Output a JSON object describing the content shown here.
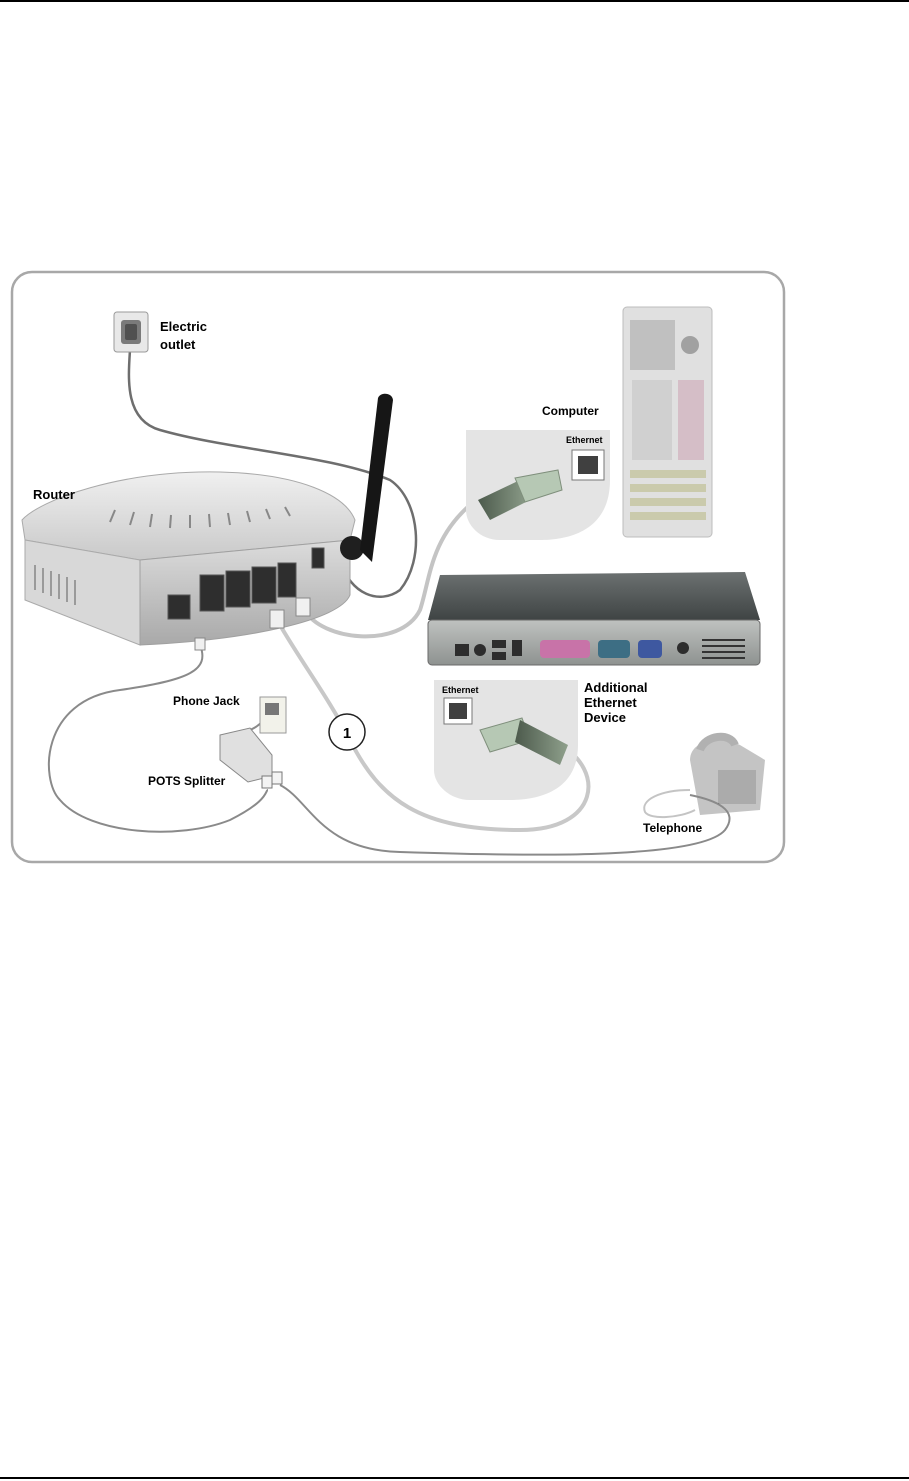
{
  "labels": {
    "electric_outlet": [
      "Electric",
      "outlet"
    ],
    "computer": "Computer",
    "router": "Router",
    "ethernet_computer": "Ethernet",
    "ethernet_device": "Ethernet",
    "additional_device": [
      "Additional",
      "Ethernet",
      "Device"
    ],
    "phone_jack": "Phone Jack",
    "pots_splitter": "POTS Splitter",
    "telephone": "Telephone",
    "callout": "1"
  }
}
